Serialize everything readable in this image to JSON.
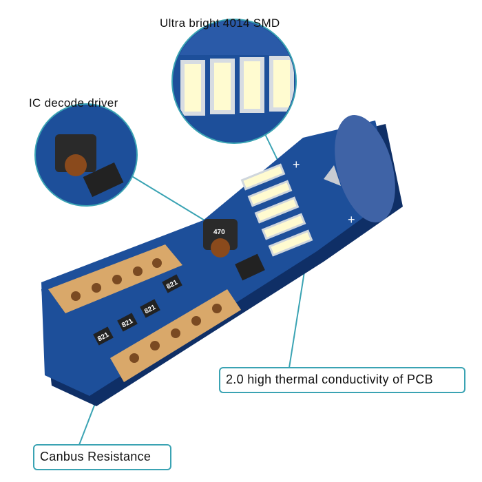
{
  "callouts": {
    "smd": "Ultra bright 4014 SMD",
    "ic": "IC decode driver",
    "pcb": "2.0 high thermal conductivity of PCB",
    "canbus": "Canbus Resistance"
  },
  "components": {
    "resistor_marking": "821",
    "inductor_marking": "470"
  },
  "colors": {
    "pcb": "#1d4f9a",
    "copper": "#d9a86a",
    "callout_line": "#3aa3b3",
    "led": "#fffbd0"
  }
}
